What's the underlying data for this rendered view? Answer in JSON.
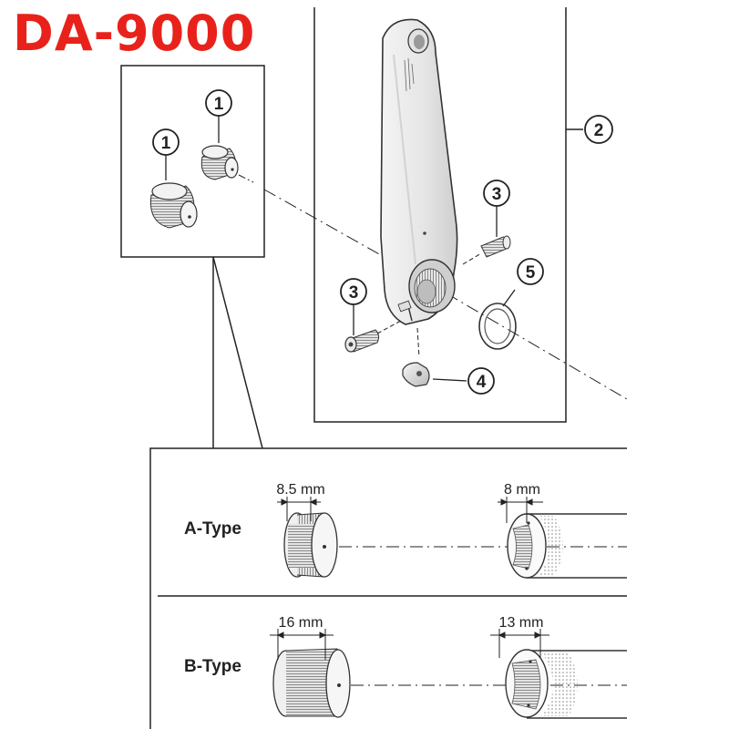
{
  "title": "DA-9000",
  "callouts": {
    "c1a": "1",
    "c1b": "1",
    "c2": "2",
    "c3a": "3",
    "c3b": "3",
    "c4": "4",
    "c5": "5"
  },
  "rows": [
    {
      "type_label": "A-Type",
      "cap_dim": "8.5 mm",
      "axle_dim": "8 mm"
    },
    {
      "type_label": "B-Type",
      "cap_dim": "16 mm",
      "axle_dim": "13 mm"
    }
  ],
  "colors": {
    "title": "#e8221b",
    "line": "#222222"
  }
}
